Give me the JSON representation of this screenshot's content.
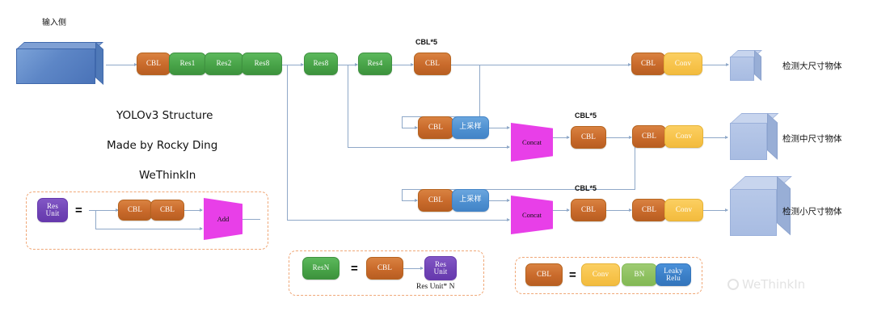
{
  "meta": {
    "title_lines": [
      "YOLOv3 Structure",
      "Made by Rocky Ding",
      "WeThinkIn"
    ],
    "accent_orange": "#c96a2b",
    "accent_green": "#47a247",
    "accent_purple": "#6f43b5",
    "accent_magenta": "#e83fe8",
    "accent_yellow": "#f7c34a",
    "accent_blue": "#4d8fd0",
    "line_color": "#8fa8c8"
  },
  "input": {
    "label": "输入侧",
    "box_name": "input-image-volume"
  },
  "backbone": {
    "blocks": [
      {
        "label": "CBL",
        "type": "cbl"
      },
      {
        "label": "Res1",
        "type": "res"
      },
      {
        "label": "Res2",
        "type": "res"
      },
      {
        "label": "Res8",
        "type": "res"
      },
      {
        "label": "Res8",
        "type": "res"
      },
      {
        "label": "Res4",
        "type": "res"
      }
    ]
  },
  "neck": {
    "cbl5_label": "CBL*5",
    "cbl_label": "CBL",
    "upsample_label": "上采样",
    "concat_label": "Concat",
    "conv_label": "Conv"
  },
  "branches": [
    {
      "name": "large-object-branch",
      "cbl5_label": "CBL*5",
      "head": [
        "CBL",
        "Conv"
      ],
      "output_label": "检测大尺寸物体",
      "cube_size": "small"
    },
    {
      "name": "medium-object-branch",
      "cbl5_label": "CBL*5",
      "upsample_label": "上采样",
      "concat_label": "Concat",
      "head": [
        "CBL",
        "Conv"
      ],
      "output_label": "检测中尺寸物体",
      "cube_size": "medium"
    },
    {
      "name": "small-object-branch",
      "cbl5_label": "CBL*5",
      "upsample_label": "上采样",
      "concat_label": "Concat",
      "head": [
        "CBL",
        "Conv"
      ],
      "output_label": "检测小尺寸物体",
      "cube_size": "large"
    }
  ],
  "legend_res_unit": {
    "lhs_line1": "Res",
    "lhs_line2": "Unit",
    "equals": "=",
    "cbl_a": "CBL",
    "cbl_b": "CBL",
    "add_label": "Add"
  },
  "legend_resn": {
    "lhs": "ResN",
    "equals": "=",
    "cbl": "CBL",
    "unit_line1": "Res",
    "unit_line2": "Unit",
    "caption": "Res Unit* N"
  },
  "legend_cbl": {
    "lhs": "CBL",
    "equals": "=",
    "conv": "Conv",
    "bn": "BN",
    "relu_line1": "Leaky",
    "relu_line2": "Relu"
  },
  "watermark": {
    "text": "WeThinkIn"
  }
}
